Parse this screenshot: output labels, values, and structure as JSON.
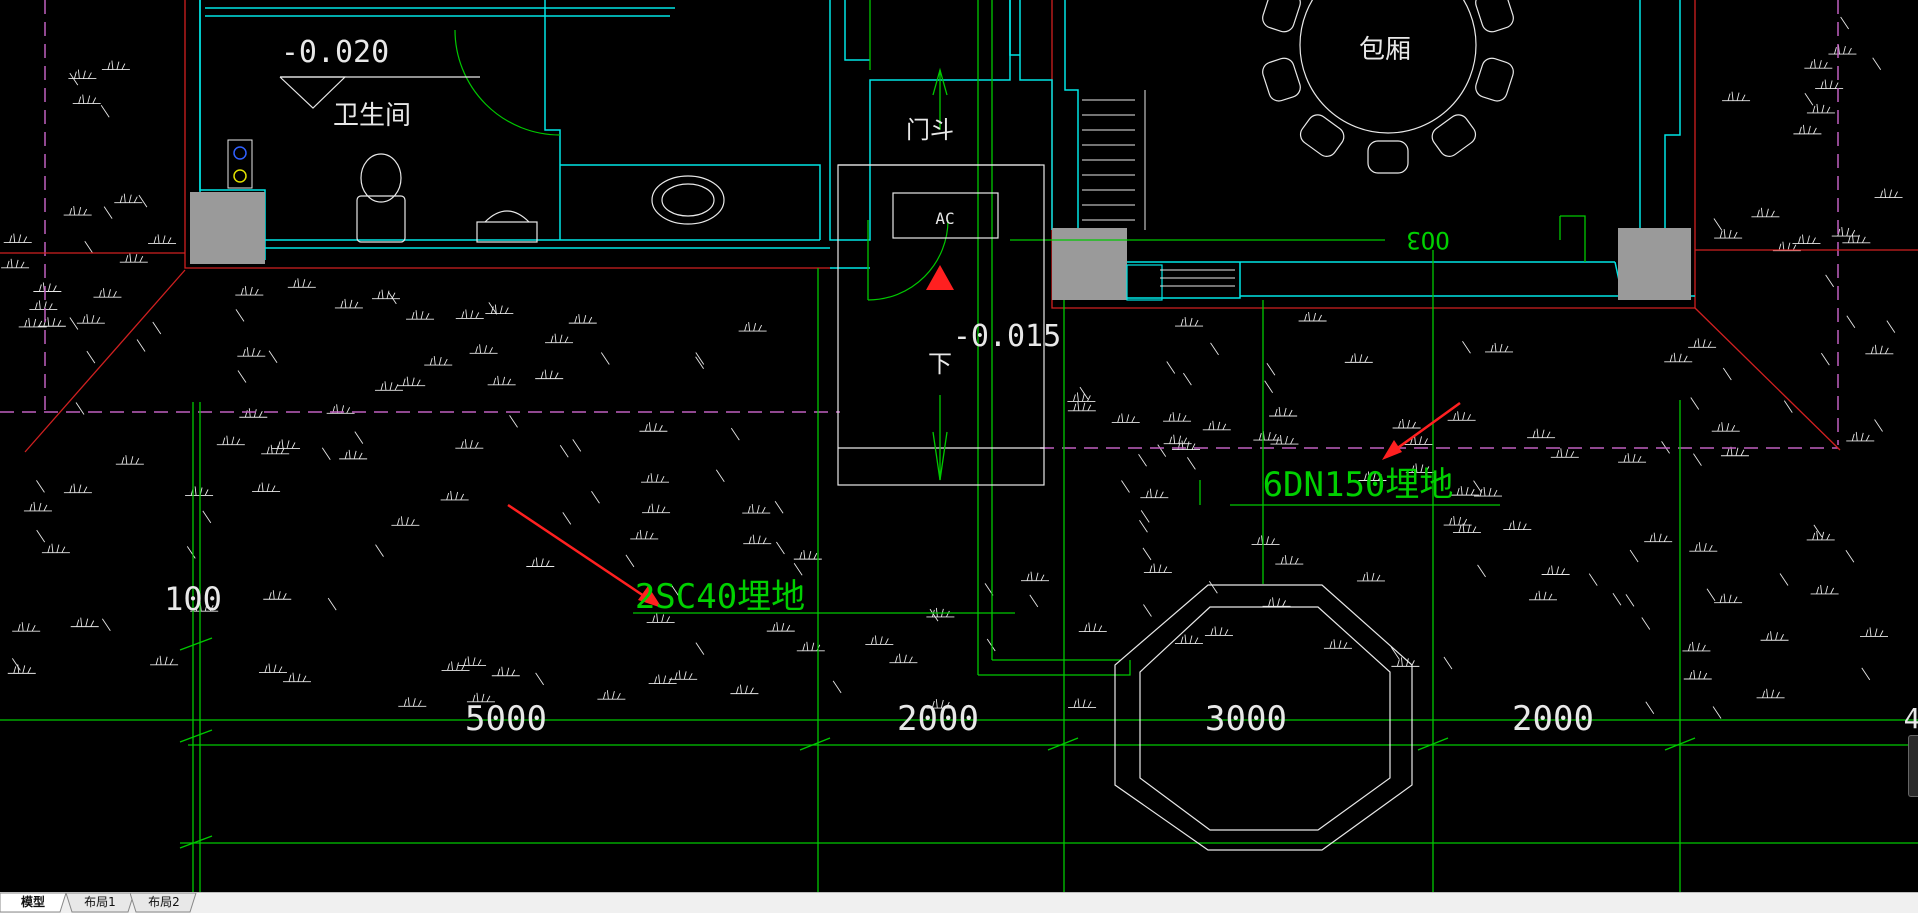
{
  "drawing": {
    "labels": {
      "elev_bathroom": "-0.020",
      "room_bathroom": "卫生间",
      "room_private": "包厢",
      "door_label": "门斗",
      "ac_unit": "AC",
      "elev_entry": "-0.015",
      "stairs_down": "下",
      "tag_oo3": "OO3",
      "pipe_sc40": "2SC40埋地",
      "pipe_dn150": "6DN150埋地",
      "dim_left": "100",
      "edge_mark": "4"
    },
    "dimensions": [
      "5000",
      "2000",
      "3000",
      "2000"
    ],
    "colors": {
      "background": "#000000",
      "wall_cyan": "#00e5e5",
      "line_green": "#00c800",
      "text_green": "#00d000",
      "line_red": "#d02020",
      "arrow_red": "#ff2020",
      "axis_magenta": "#c060c0",
      "column_gray": "#9a9a9a",
      "hatch_white": "#e8e8e8"
    }
  },
  "layout_tabs": [
    {
      "label": "模型",
      "active": true
    },
    {
      "label": "布局1",
      "active": false
    },
    {
      "label": "布局2",
      "active": false
    }
  ]
}
